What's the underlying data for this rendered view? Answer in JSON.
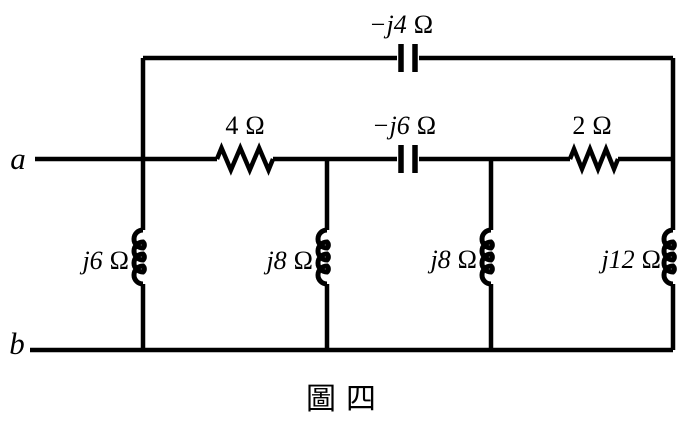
{
  "figure": {
    "caption": "圖四",
    "background_color": "#ffffff",
    "line_color": "#000000"
  },
  "terminals": {
    "a": "a",
    "b": "b"
  },
  "components": {
    "cap_top": {
      "kind": "capacitor",
      "val": "−j4",
      "unit": "Ω"
    },
    "res_left": {
      "kind": "resistor",
      "val": "4",
      "unit": "Ω"
    },
    "cap_mid": {
      "kind": "capacitor",
      "val": "−j6",
      "unit": "Ω"
    },
    "res_right": {
      "kind": "resistor",
      "val": "2",
      "unit": "Ω"
    },
    "ind_left": {
      "kind": "inductor",
      "val": "j6",
      "unit": "Ω"
    },
    "ind_mid_left": {
      "kind": "inductor",
      "val": "j8",
      "unit": "Ω"
    },
    "ind_mid_right": {
      "kind": "inductor",
      "val": "j8",
      "unit": "Ω"
    },
    "ind_right": {
      "kind": "inductor",
      "val": "j12",
      "unit": "Ω"
    }
  }
}
